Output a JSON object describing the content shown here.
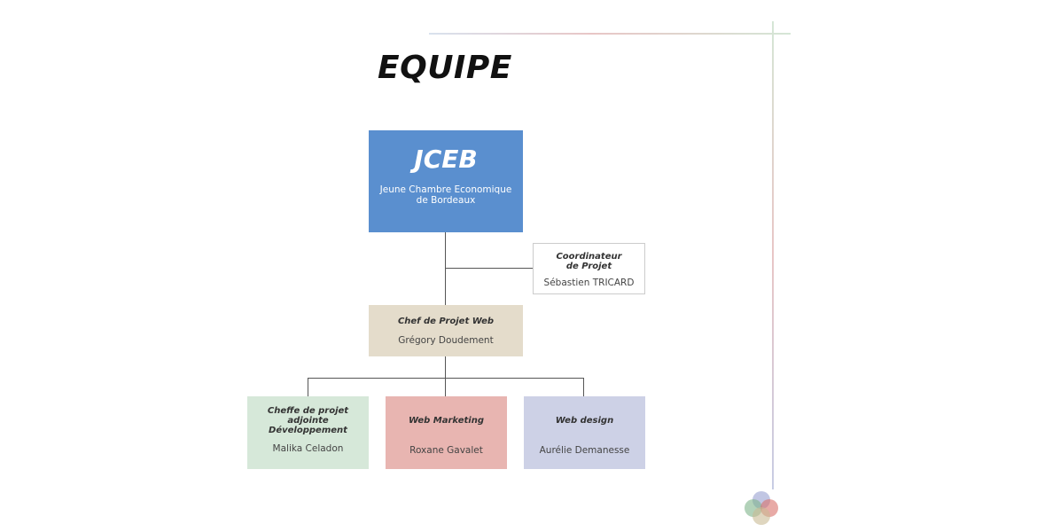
{
  "page": {
    "title": "EQUIPE"
  },
  "org": {
    "root": {
      "name": "JCEB",
      "subtitle_line1": "Jeune Chambre Economique",
      "subtitle_line2": "de Bordeaux"
    },
    "coordinator": {
      "role_line1": "Coordinateur",
      "role_line2": "de Projet",
      "person": "Sébastien TRICARD"
    },
    "lead": {
      "role": "Chef de Projet Web",
      "person": "Grégory Doudement"
    },
    "members": [
      {
        "role_line1": "Cheffe de projet",
        "role_line2": "adjointe",
        "role_line3": "Développement",
        "person": "Malika Celadon"
      },
      {
        "role": "Web Marketing",
        "person": "Roxane Gavalet"
      },
      {
        "role": "Web design",
        "person": "Aurélie Demanesse"
      }
    ]
  },
  "colors": {
    "root": "#5a8fcf",
    "lead": "#e4dccb",
    "dev": "#d6e8d9",
    "marketing": "#e8b5b1",
    "design": "#cdd1e6"
  }
}
